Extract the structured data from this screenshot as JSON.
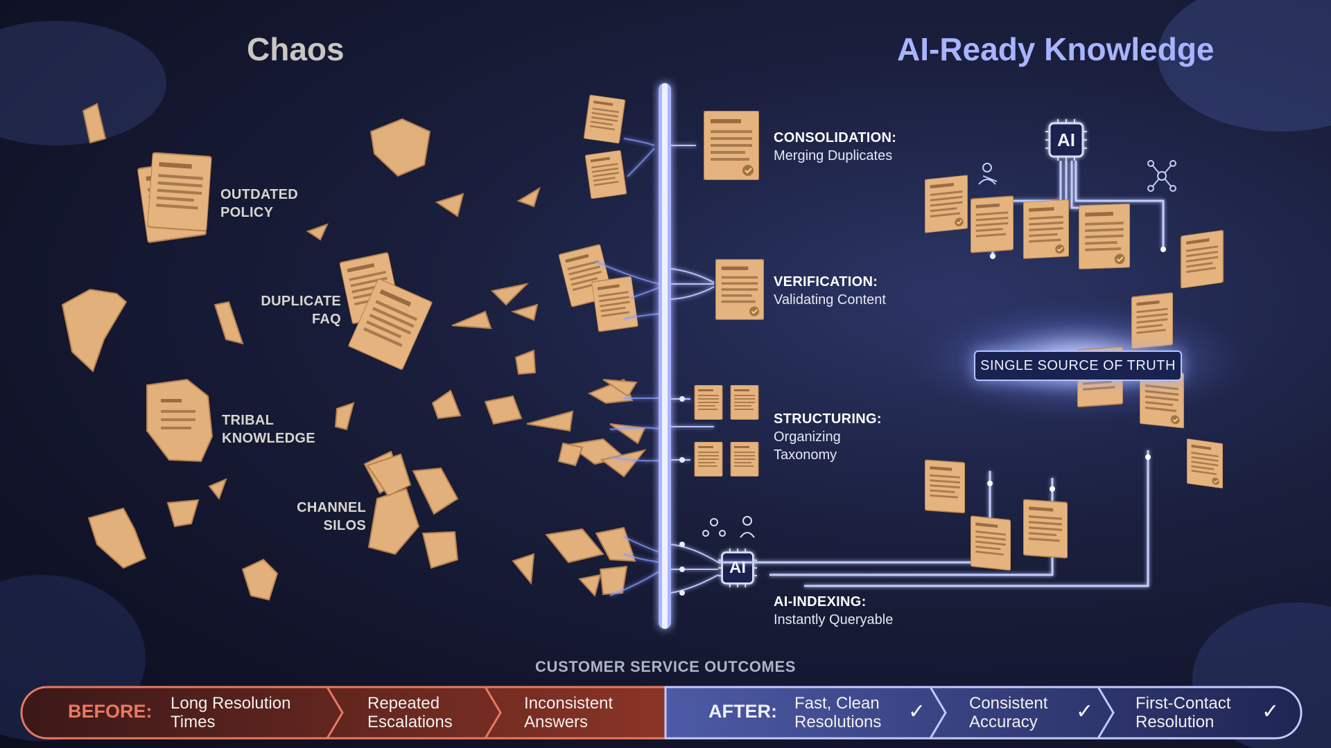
{
  "titles": {
    "left": "Chaos",
    "right": "AI-Ready Knowledge"
  },
  "chaos_labels": [
    {
      "line1": "OUTDATED",
      "line2": "POLICY"
    },
    {
      "line1": "DUPLICATE",
      "line2": "FAQ"
    },
    {
      "line1": "TRIBAL",
      "line2": "KNOWLEDGE"
    },
    {
      "line1": "CHANNEL",
      "line2": "SILOS"
    }
  ],
  "stages": [
    {
      "heading": "CONSOLIDATION:",
      "line1": "Merging Duplicates",
      "line2": ""
    },
    {
      "heading": "VERIFICATION:",
      "line1": "Validating Content",
      "line2": ""
    },
    {
      "heading": "STRUCTURING:",
      "line1": "Organizing",
      "line2": "Taxonomy"
    },
    {
      "heading": "AI-INDEXING:",
      "line1": "Instantly Queryable",
      "line2": ""
    }
  ],
  "ai_chip": "AI",
  "truth_label": "SINGLE SOURCE OF TRUTH",
  "outcomes": {
    "title": "CUSTOMER SERVICE OUTCOMES",
    "before_label": "BEFORE:",
    "before_items": [
      {
        "line1": "Long Resolution",
        "line2": "Times"
      },
      {
        "line1": "Repeated",
        "line2": "Escalations"
      },
      {
        "line1": "Inconsistent",
        "line2": "Answers"
      }
    ],
    "after_label": "AFTER:",
    "after_items": [
      {
        "line1": "Fast, Clean",
        "line2": "Resolutions"
      },
      {
        "line1": "Consistent",
        "line2": "Accuracy"
      },
      {
        "line1": "First-Contact",
        "line2": "Resolution"
      }
    ],
    "check_glyph": "✓"
  },
  "colors": {
    "paper": "#e5b47e",
    "paper_dark": "#b7814f",
    "glow": "#8a9cff",
    "before_red": "#e87a60",
    "after_blue": "#c2cbff",
    "title_left": "#c9c6c2",
    "title_right": "#a8b4ff"
  }
}
